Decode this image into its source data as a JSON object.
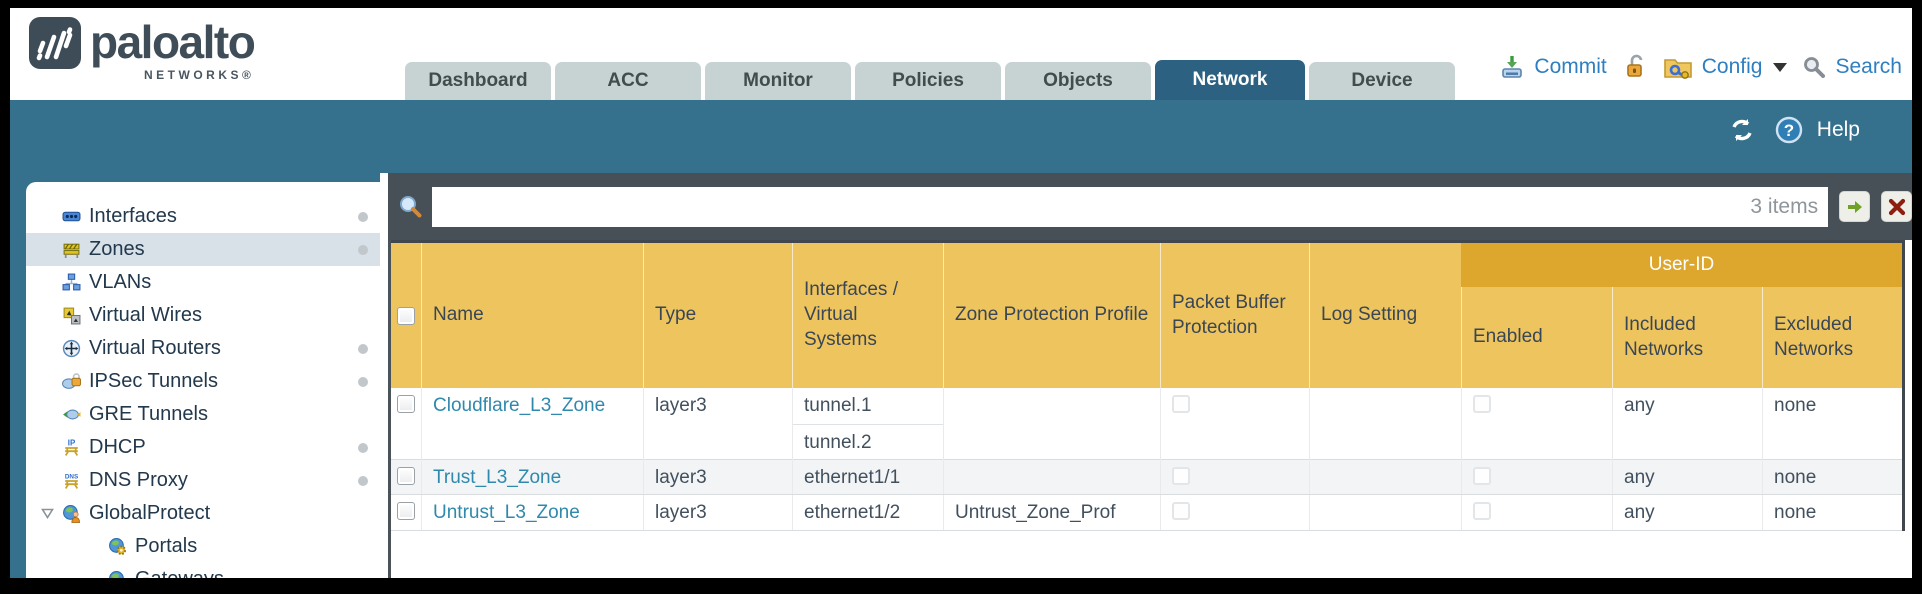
{
  "header": {
    "logo": {
      "brand": "paloalto",
      "sub": "NETWORKS®"
    },
    "tabs": [
      {
        "label": "Dashboard",
        "active": false
      },
      {
        "label": "ACC",
        "active": false
      },
      {
        "label": "Monitor",
        "active": false
      },
      {
        "label": "Policies",
        "active": false
      },
      {
        "label": "Objects",
        "active": false
      },
      {
        "label": "Network",
        "active": true
      },
      {
        "label": "Device",
        "active": false
      }
    ],
    "actions": {
      "commit": "Commit",
      "config": "Config",
      "search": "Search"
    }
  },
  "band": {
    "help": "Help"
  },
  "sidebar": {
    "items": [
      {
        "label": "Interfaces"
      },
      {
        "label": "Zones"
      },
      {
        "label": "VLANs"
      },
      {
        "label": "Virtual Wires"
      },
      {
        "label": "Virtual Routers"
      },
      {
        "label": "IPSec Tunnels"
      },
      {
        "label": "GRE Tunnels"
      },
      {
        "label": "DHCP"
      },
      {
        "label": "DNS Proxy"
      },
      {
        "label": "GlobalProtect"
      },
      {
        "label": "Portals"
      },
      {
        "label": "Gateways"
      }
    ]
  },
  "filter": {
    "value": "",
    "items_count": "3 items"
  },
  "table": {
    "columns": [
      "",
      "Name",
      "Type",
      "Interfaces / Virtual Systems",
      "Zone Protection Profile",
      "Packet Buffer Protection",
      "Log Setting",
      "Enabled",
      "Included Networks",
      "Excluded Networks"
    ],
    "group_header": "User-ID",
    "rows": [
      {
        "name": "Cloudflare_L3_Zone",
        "type": "layer3",
        "interfaces": [
          "tunnel.1",
          "tunnel.2"
        ],
        "zone_protection_profile": "",
        "log_setting": "",
        "included_networks": "any",
        "excluded_networks": "none"
      },
      {
        "name": "Trust_L3_Zone",
        "type": "layer3",
        "interfaces": [
          "ethernet1/1"
        ],
        "zone_protection_profile": "",
        "log_setting": "",
        "included_networks": "any",
        "excluded_networks": "none"
      },
      {
        "name": "Untrust_L3_Zone",
        "type": "layer3",
        "interfaces": [
          "ethernet1/2"
        ],
        "zone_protection_profile": "Untrust_Zone_Prof",
        "log_setting": "",
        "included_networks": "any",
        "excluded_networks": "none"
      }
    ]
  },
  "colors": {
    "band_teal": "#35708d",
    "active_tab": "#2d6181",
    "tab_gray": "#c7d2d2",
    "filter_bar": "#474f57",
    "header_gold": "#eec45e",
    "group_gold": "#dca72c",
    "link_blue": "#2f89ad",
    "action_blue": "#2e7fc1",
    "alt_row": "#f2f4f6"
  }
}
